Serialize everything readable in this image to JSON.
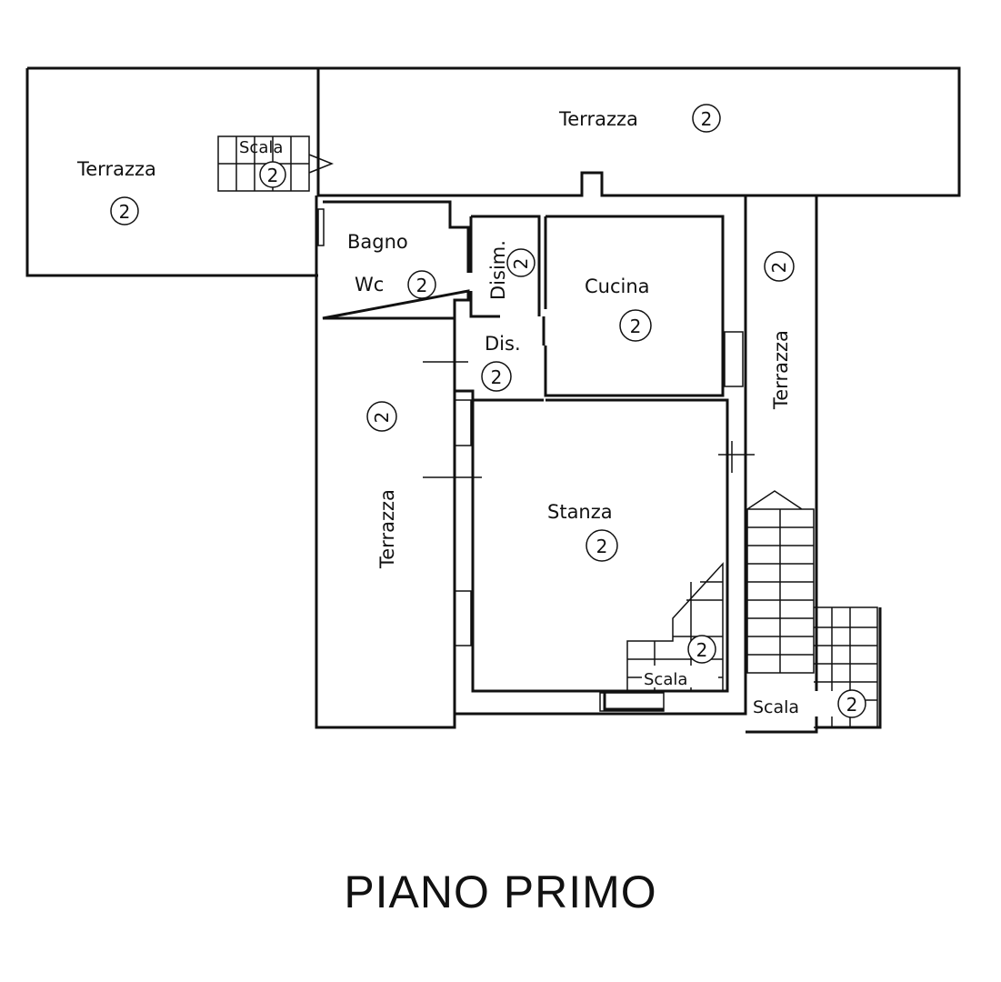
{
  "title": "PIANO PRIMO",
  "rooms": {
    "terrazza_top": {
      "label": "Terrazza",
      "num": "2"
    },
    "terrazza_left": {
      "label": "Terrazza",
      "num": "2"
    },
    "scala_top": {
      "label": "Scala",
      "num": "2"
    },
    "bagno": {
      "label": "Bagno",
      "label2": "Wc",
      "num": "2"
    },
    "disim": {
      "label": "Disim.",
      "num": "2"
    },
    "cucina": {
      "label": "Cucina",
      "num": "2"
    },
    "dis": {
      "label": "Dis.",
      "num": "2"
    },
    "terrazza_west": {
      "label": "Terrazza",
      "num": "2"
    },
    "terrazza_east": {
      "label": "Terrazza",
      "num": "2"
    },
    "stanza": {
      "label": "Stanza",
      "num": "2"
    },
    "scala_inner": {
      "label": "Scala",
      "num": "2"
    },
    "scala_ext": {
      "label": "Scala",
      "num": "2"
    }
  }
}
